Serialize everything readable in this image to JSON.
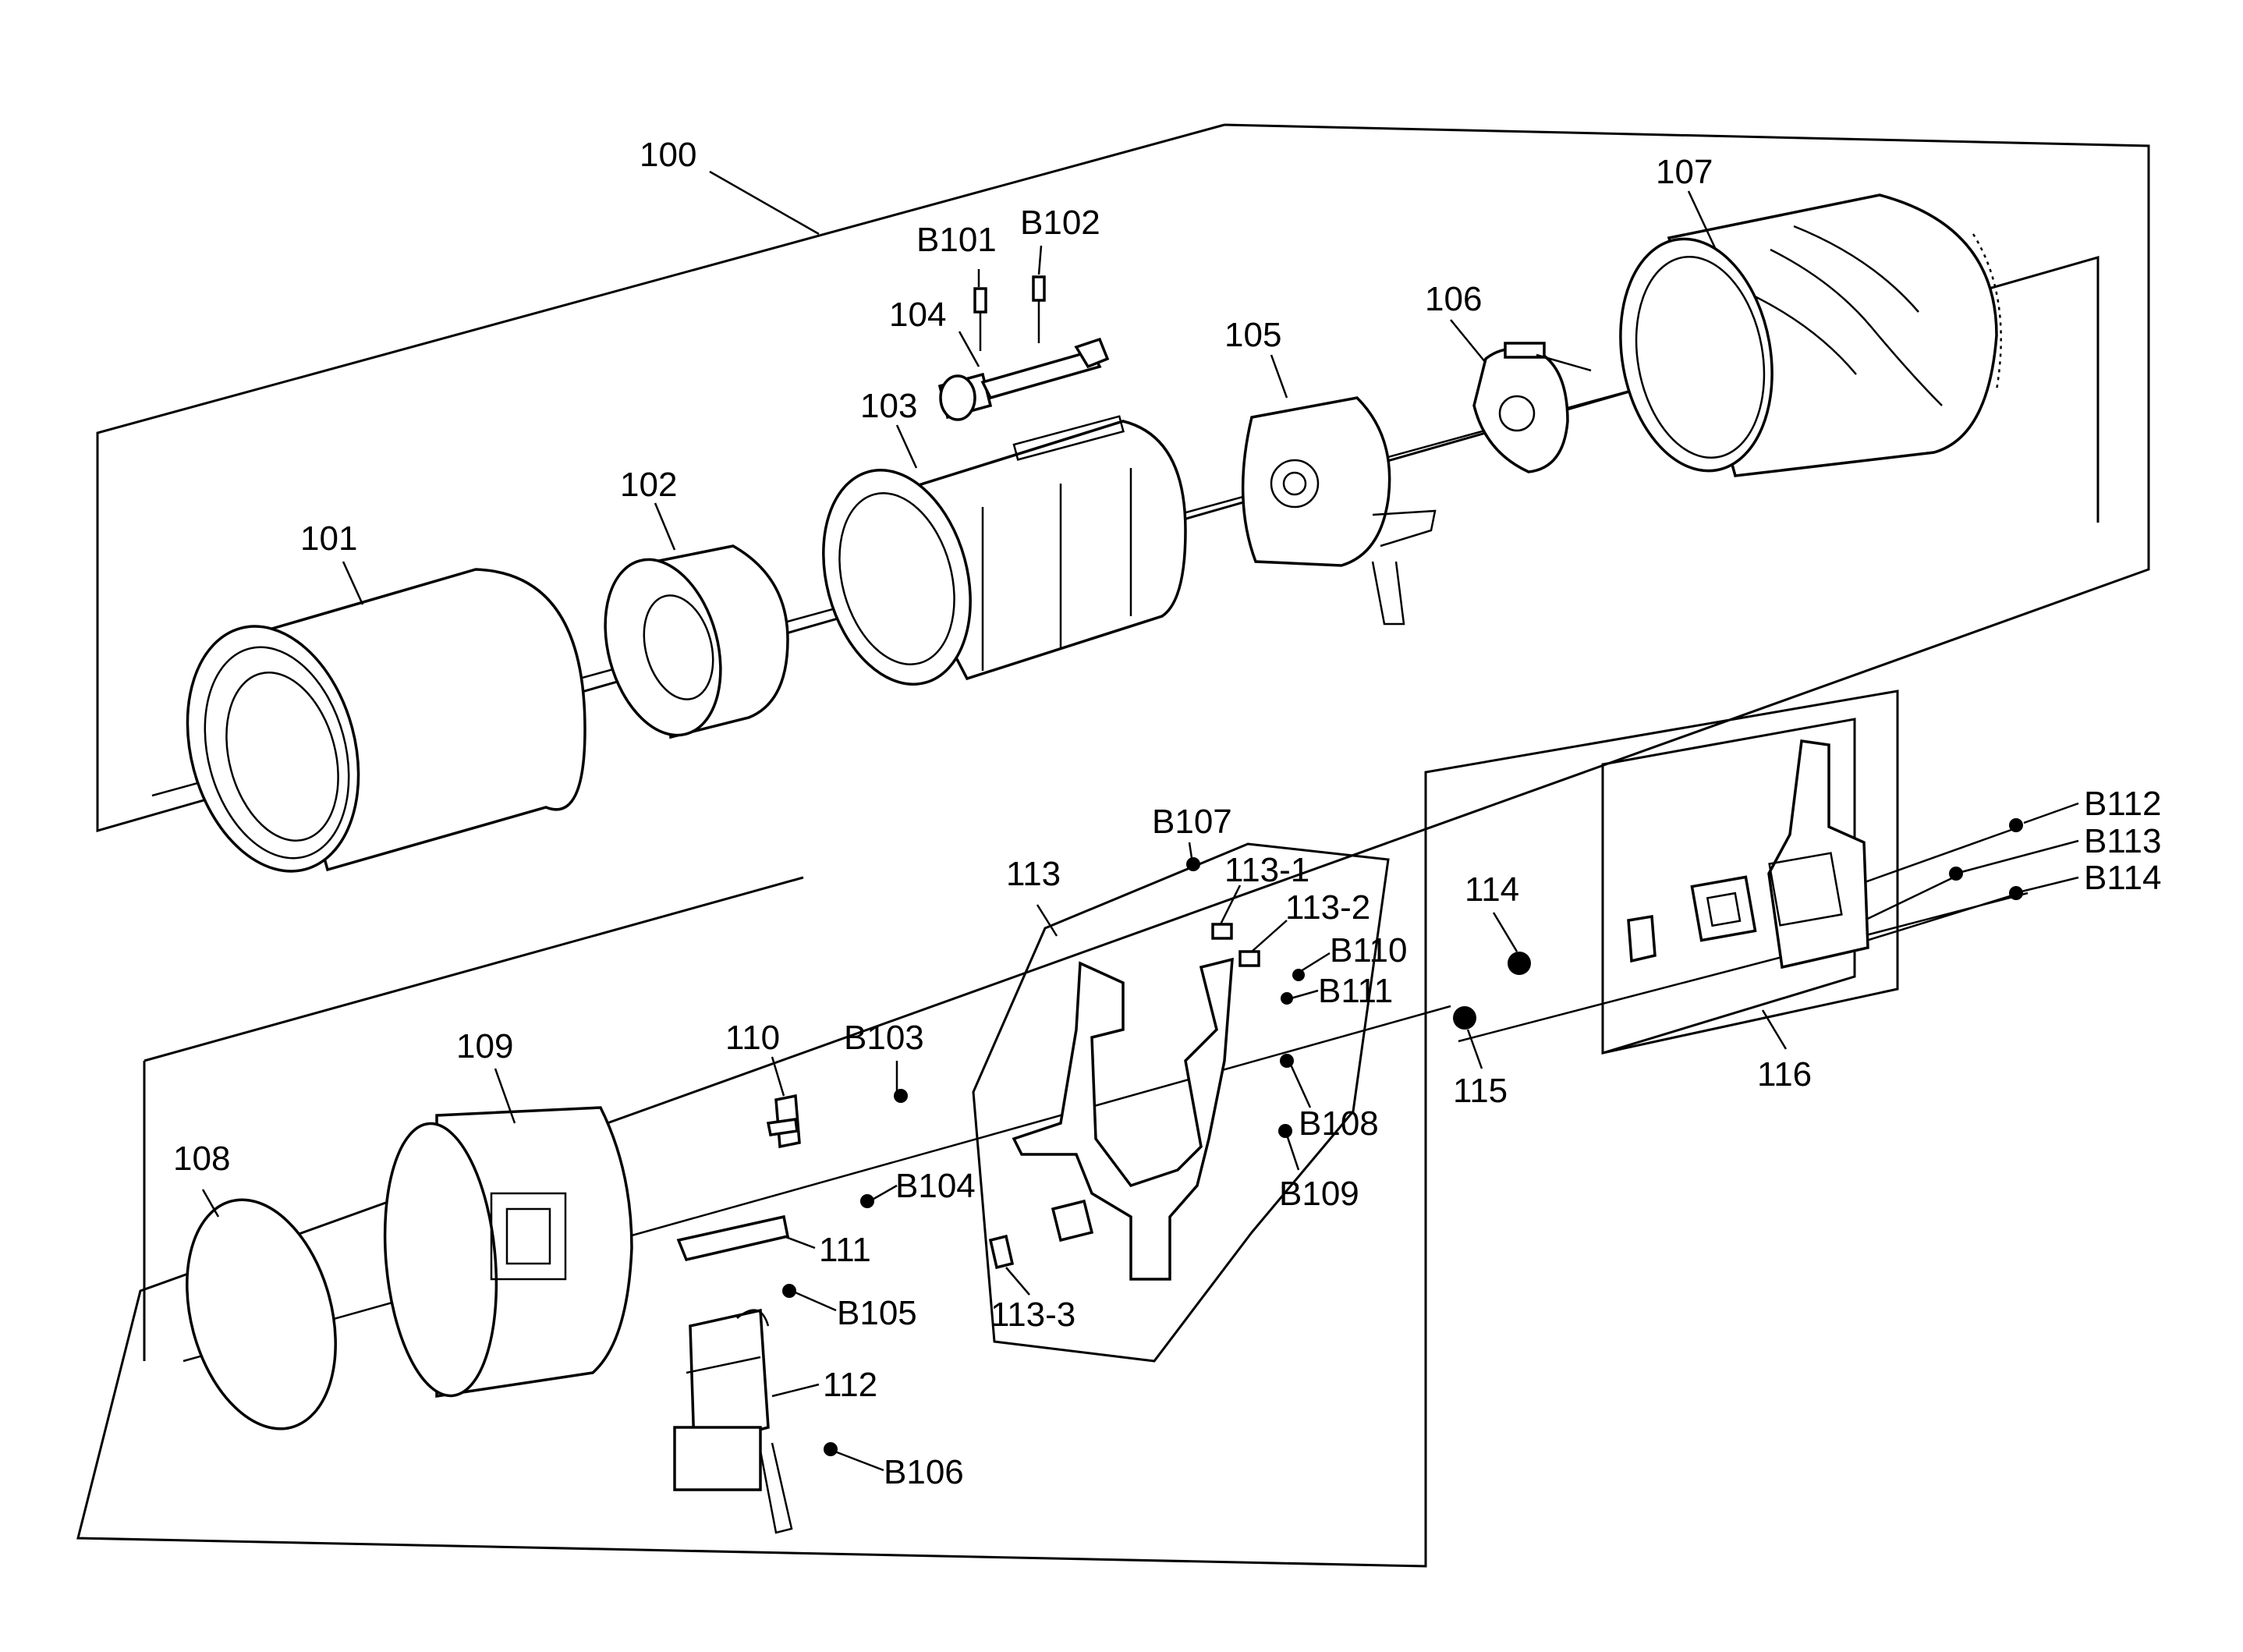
{
  "labels": {
    "l100": "100",
    "l101": "101",
    "l102": "102",
    "l103": "103",
    "l104": "104",
    "l105": "105",
    "l106": "106",
    "l107": "107",
    "lB101": "B101",
    "lB102": "B102",
    "l108": "108",
    "l109": "109",
    "l110": "110",
    "l111": "111",
    "l112": "112",
    "l113": "113",
    "l113_1": "113-1",
    "l113_2": "113-2",
    "l113_3": "113-3",
    "l114": "114",
    "l115": "115",
    "l116": "116",
    "lB103": "B103",
    "lB104": "B104",
    "lB105": "B105",
    "lB106": "B106",
    "lB107": "B107",
    "lB108": "B108",
    "lB109": "B109",
    "lB110": "B110",
    "lB111": "B111",
    "lB112": "B112",
    "lB113": "B113",
    "lB114": "B114"
  }
}
